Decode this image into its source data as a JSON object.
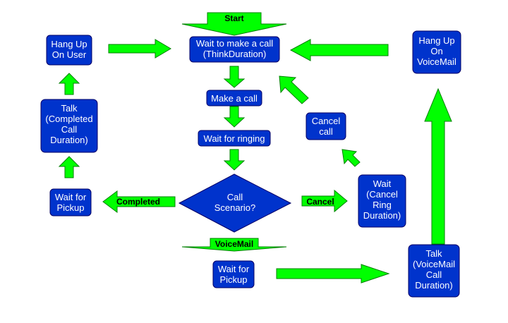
{
  "colors": {
    "node_fill": "#0033cc",
    "node_stroke": "#000066",
    "node_text": "#ffffff",
    "arrow_fill": "#00ff00",
    "arrow_stroke": "#008000",
    "label_text": "#000000"
  },
  "nodes": {
    "wait_call": {
      "lines": [
        "Wait to make a call",
        "(ThinkDuration)"
      ]
    },
    "make_call": {
      "lines": [
        "Make a call"
      ]
    },
    "wait_ringing": {
      "lines": [
        "Wait for ringing"
      ]
    },
    "call_scenario": {
      "lines": [
        "Call",
        "Scenario?"
      ]
    },
    "hangup_user": {
      "lines": [
        "Hang Up",
        "On User"
      ]
    },
    "talk_completed": {
      "lines": [
        "Talk",
        "(Completed",
        "Call",
        "Duration)"
      ]
    },
    "wait_pickup_left": {
      "lines": [
        "Wait for",
        "Pickup"
      ]
    },
    "hangup_voicemail": {
      "lines": [
        "Hang Up",
        "On",
        "VoiceMail"
      ]
    },
    "cancel_call": {
      "lines": [
        "Cancel",
        "call"
      ]
    },
    "wait_cancel": {
      "lines": [
        "Wait",
        "(Cancel",
        "Ring",
        "Duration)"
      ]
    },
    "wait_pickup_bottom": {
      "lines": [
        "Wait for",
        "Pickup"
      ]
    },
    "talk_voicemail": {
      "lines": [
        "Talk",
        "(VoiceMail",
        "Call",
        "Duration)"
      ]
    }
  },
  "arrow_labels": {
    "start": "Start",
    "completed": "Completed",
    "cancel": "Cancel",
    "voicemail": "VoiceMail"
  }
}
